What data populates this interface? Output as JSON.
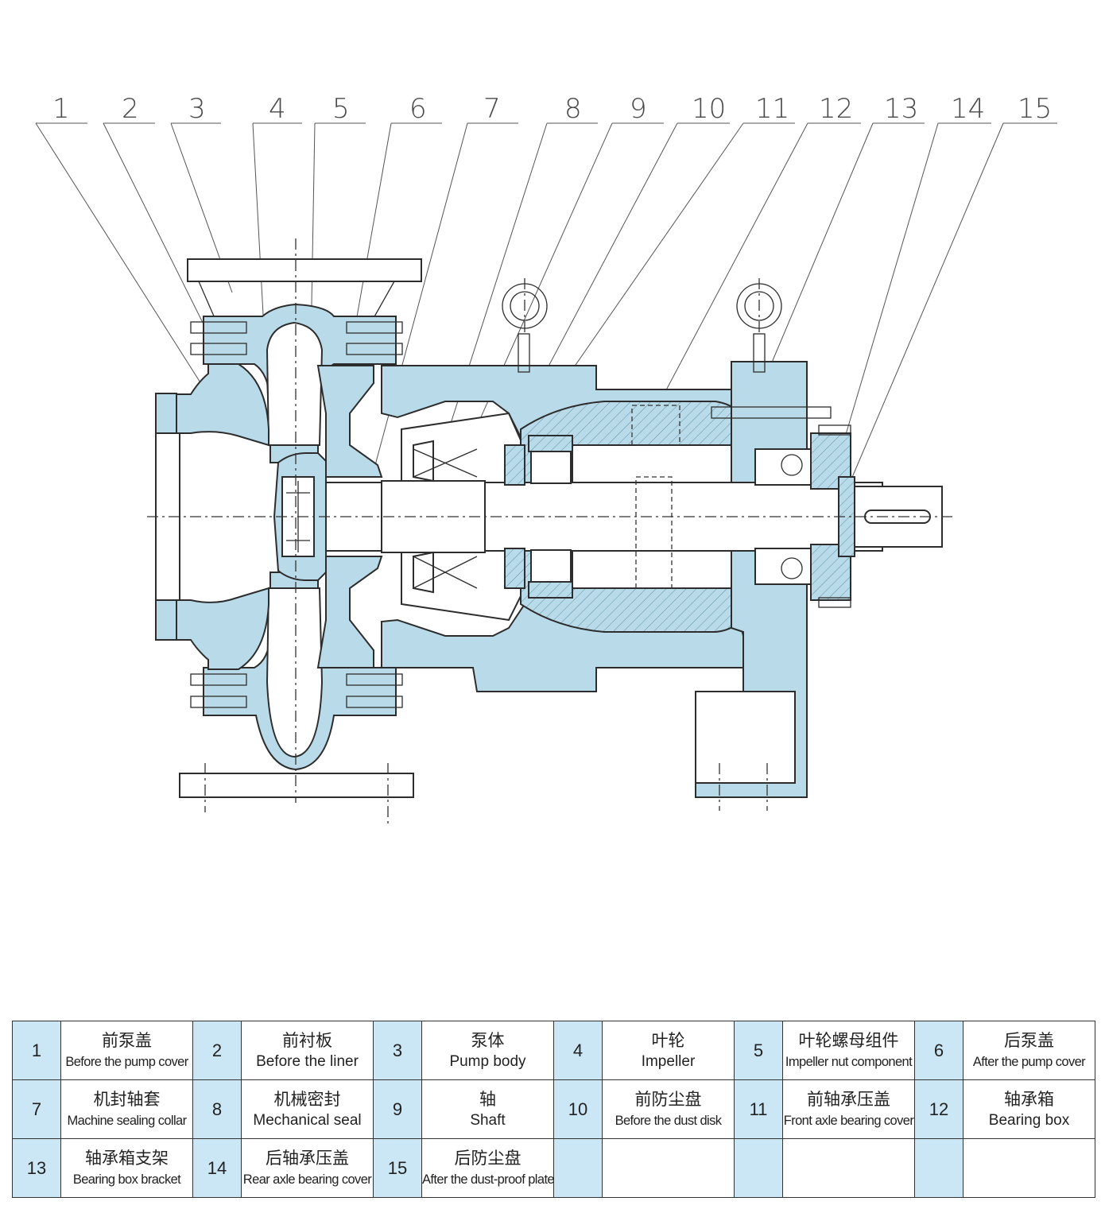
{
  "callouts": [
    "1",
    "2",
    "3",
    "4",
    "5",
    "6",
    "7",
    "8",
    "9",
    "10",
    "11",
    "12",
    "13",
    "14",
    "15"
  ],
  "colors": {
    "part_fill": "#b9dbe9",
    "line": "#2d2d2d",
    "legend_number_cell": "#cbe7f5"
  },
  "legend": [
    {
      "num": "1",
      "zh": "前泵盖",
      "en": "Before the pump cover"
    },
    {
      "num": "2",
      "zh": "前衬板",
      "en": "Before the liner"
    },
    {
      "num": "3",
      "zh": "泵体",
      "en": "Pump body"
    },
    {
      "num": "4",
      "zh": "叶轮",
      "en": "Impeller"
    },
    {
      "num": "5",
      "zh": "叶轮螺母组件",
      "en": "Impeller nut component"
    },
    {
      "num": "6",
      "zh": "后泵盖",
      "en": "After the pump cover"
    },
    {
      "num": "7",
      "zh": "机封轴套",
      "en": "Machine sealing collar"
    },
    {
      "num": "8",
      "zh": "机械密封",
      "en": "Mechanical seal"
    },
    {
      "num": "9",
      "zh": "轴",
      "en": "Shaft"
    },
    {
      "num": "10",
      "zh": "前防尘盘",
      "en": "Before the dust disk"
    },
    {
      "num": "11",
      "zh": "前轴承压盖",
      "en": "Front axle bearing cover"
    },
    {
      "num": "12",
      "zh": "轴承箱",
      "en": "Bearing box"
    },
    {
      "num": "13",
      "zh": "轴承箱支架",
      "en": "Bearing box bracket"
    },
    {
      "num": "14",
      "zh": "后轴承压盖",
      "en": "Rear axle bearing cover"
    },
    {
      "num": "15",
      "zh": "后防尘盘",
      "en": "After the dust-proof plate"
    },
    {
      "num": "",
      "zh": "",
      "en": ""
    },
    {
      "num": "",
      "zh": "",
      "en": ""
    },
    {
      "num": "",
      "zh": "",
      "en": ""
    }
  ]
}
